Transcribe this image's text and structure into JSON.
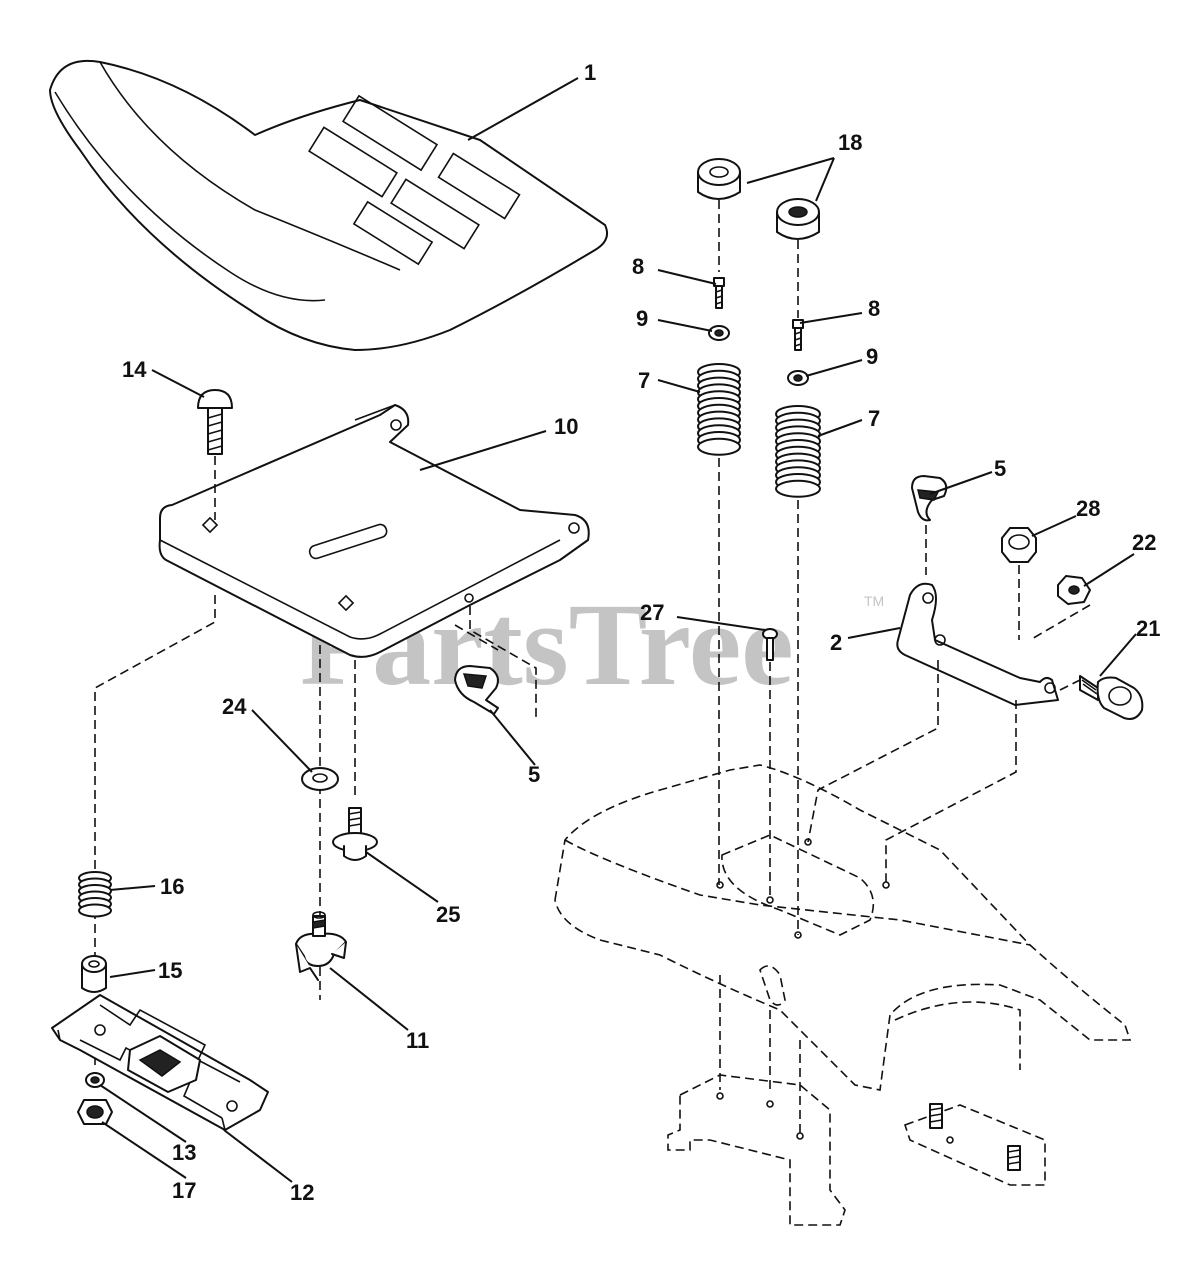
{
  "watermark": {
    "text": "PartsTree",
    "mark": "TM"
  },
  "callouts": [
    {
      "id": "c1",
      "label": "1"
    },
    {
      "id": "c18",
      "label": "18"
    },
    {
      "id": "c8a",
      "label": "8"
    },
    {
      "id": "c8b",
      "label": "8"
    },
    {
      "id": "c9a",
      "label": "9"
    },
    {
      "id": "c9b",
      "label": "9"
    },
    {
      "id": "c7a",
      "label": "7"
    },
    {
      "id": "c7b",
      "label": "7"
    },
    {
      "id": "c14",
      "label": "14"
    },
    {
      "id": "c10",
      "label": "10"
    },
    {
      "id": "c5a",
      "label": "5"
    },
    {
      "id": "c5b",
      "label": "5"
    },
    {
      "id": "c28",
      "label": "28"
    },
    {
      "id": "c22",
      "label": "22"
    },
    {
      "id": "c27",
      "label": "27"
    },
    {
      "id": "c2",
      "label": "2"
    },
    {
      "id": "c21",
      "label": "21"
    },
    {
      "id": "c24",
      "label": "24"
    },
    {
      "id": "c25",
      "label": "25"
    },
    {
      "id": "c16",
      "label": "16"
    },
    {
      "id": "c15",
      "label": "15"
    },
    {
      "id": "c11",
      "label": "11"
    },
    {
      "id": "c13",
      "label": "13"
    },
    {
      "id": "c17",
      "label": "17"
    },
    {
      "id": "c12",
      "label": "12"
    }
  ]
}
